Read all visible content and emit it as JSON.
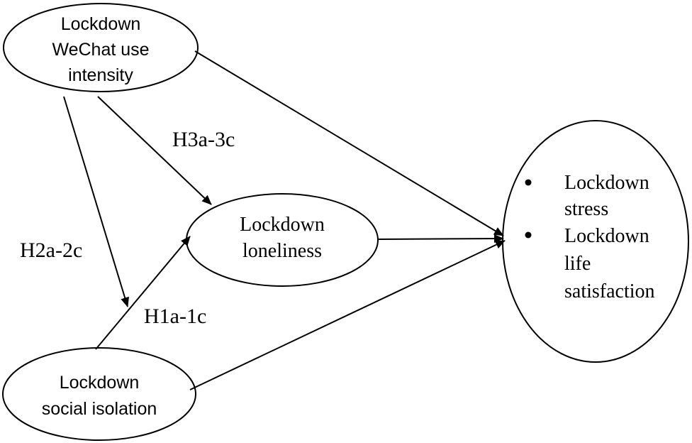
{
  "nodes": {
    "wechat": {
      "lines": [
        "Lockdown",
        "WeChat use",
        "intensity"
      ]
    },
    "loneliness": {
      "lines": [
        "Lockdown",
        "loneliness"
      ]
    },
    "isolation": {
      "lines": [
        "Lockdown",
        "social isolation"
      ]
    },
    "outcomes": {
      "items": [
        {
          "lines": [
            "Lockdown",
            "stress"
          ]
        },
        {
          "lines": [
            "Lockdown",
            "life",
            "satisfaction"
          ]
        }
      ]
    }
  },
  "paths": {
    "h1": "H1a-1c",
    "h2": "H2a-2c",
    "h3": "H3a-3c"
  }
}
